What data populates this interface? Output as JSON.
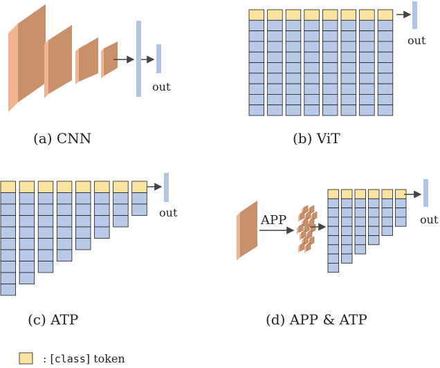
{
  "colors": {
    "class_token": "#fbe4a0",
    "patch_token": "#b8cae8",
    "token_stroke": "#1a1a1a",
    "feature_front": "#c9916b",
    "feature_side": "#f0b48f",
    "out_bar": "#b3c5e6",
    "arrow": "#444444"
  },
  "panels": {
    "a": {
      "caption": "(a) CNN",
      "out_label": "out"
    },
    "b": {
      "caption": "(b) ViT",
      "out_label": "out"
    },
    "c": {
      "caption": "(c) ATP",
      "out_label": "out"
    },
    "d": {
      "caption": "(d) APP & ATP",
      "out_label": "out",
      "app_label": "APP"
    }
  },
  "legend": {
    "prefix": ": [",
    "code": "class",
    "suffix": "] token"
  }
}
